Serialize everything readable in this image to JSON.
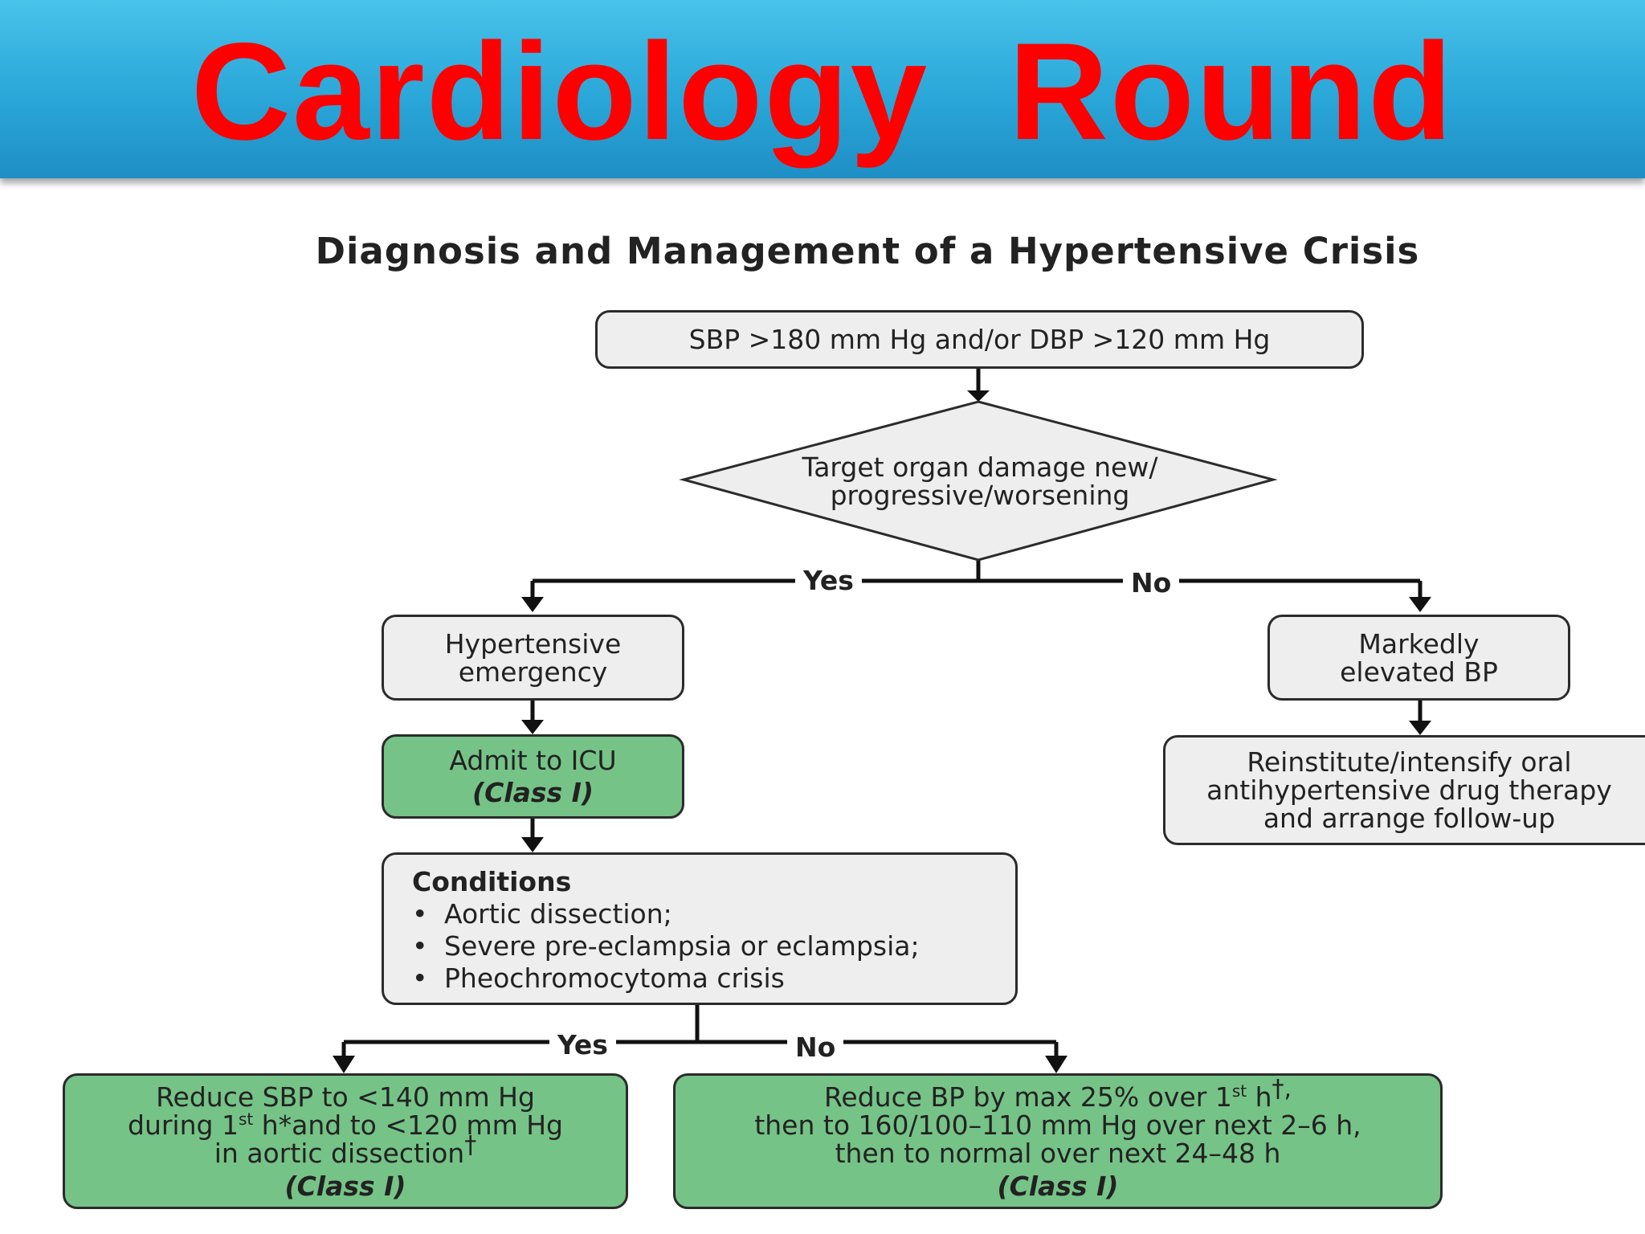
{
  "banner": {
    "title": "Cardiology  Round"
  },
  "diagram": {
    "title": "Diagnosis and Management of a Hypertensive Crisis",
    "start": "SBP >180 mm Hg and/or DBP >120 mm Hg",
    "decision": {
      "line1": "Target organ damage new/",
      "line2": "progressive/worsening"
    },
    "yes_label": "Yes",
    "no_label": "No",
    "emergency": {
      "line1": "Hypertensive",
      "line2": "emergency"
    },
    "admit": {
      "line1": "Admit to ICU",
      "class": "(Class I)"
    },
    "elevated": {
      "line1": "Markedly",
      "line2": "elevated BP"
    },
    "reinstitute": {
      "line1": "Reinstitute/intensify oral",
      "line2": "antihypertensive drug therapy",
      "line3": "and arrange follow-up"
    },
    "conditions": {
      "heading": "Conditions",
      "items": [
        "Aortic dissection;",
        "Severe pre-eclampsia or eclampsia;",
        "Pheochromocytoma crisis"
      ]
    },
    "yes2_label": "Yes",
    "no2_label": "No",
    "reduce_sbp": {
      "line1": "Reduce SBP to <140 mm Hg",
      "line2_a": "during 1",
      "line2_sup": "st",
      "line2_b": " h*and to <120 mm Hg",
      "line3_a": "in aortic dissection",
      "line3_mark": "†",
      "class": "(Class I)"
    },
    "reduce_bp": {
      "line1_a": "Reduce BP by max 25% over 1",
      "line1_sup": "st",
      "line1_b": " h",
      "line1_mark": "†,",
      "line2": "then to 160/100–110 mm Hg over next 2–6 h,",
      "line3": "then to normal over next 24–48 h",
      "class": "(Class I)"
    }
  }
}
